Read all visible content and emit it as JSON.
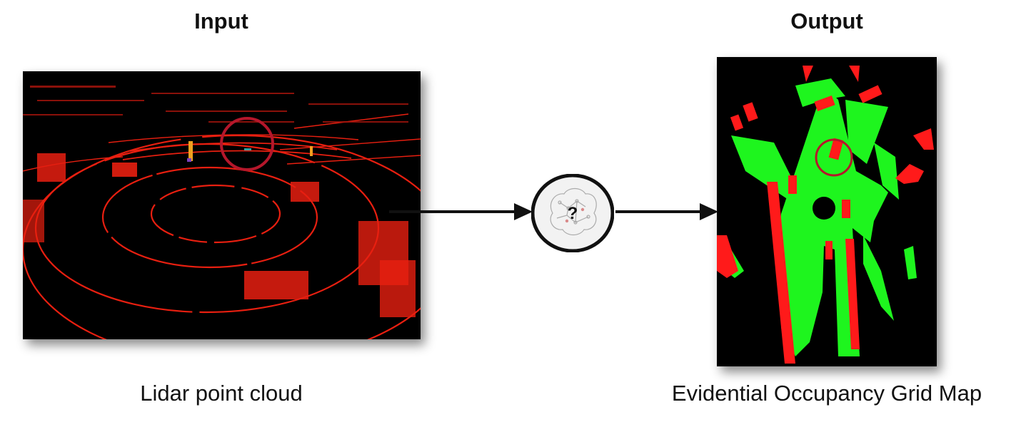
{
  "input": {
    "heading": "Input",
    "caption": "Lidar point cloud"
  },
  "output": {
    "heading": "Output",
    "caption": "Evidential Occupancy Grid Map"
  },
  "model": {
    "symbol": "?",
    "icon": "brain-icon"
  },
  "colors": {
    "point_cloud": "#e81f10",
    "free_space": "#1ef51e",
    "occupied": "#ff1a1a",
    "highlight_circle": "#b5172b",
    "arrow": "#111111"
  }
}
